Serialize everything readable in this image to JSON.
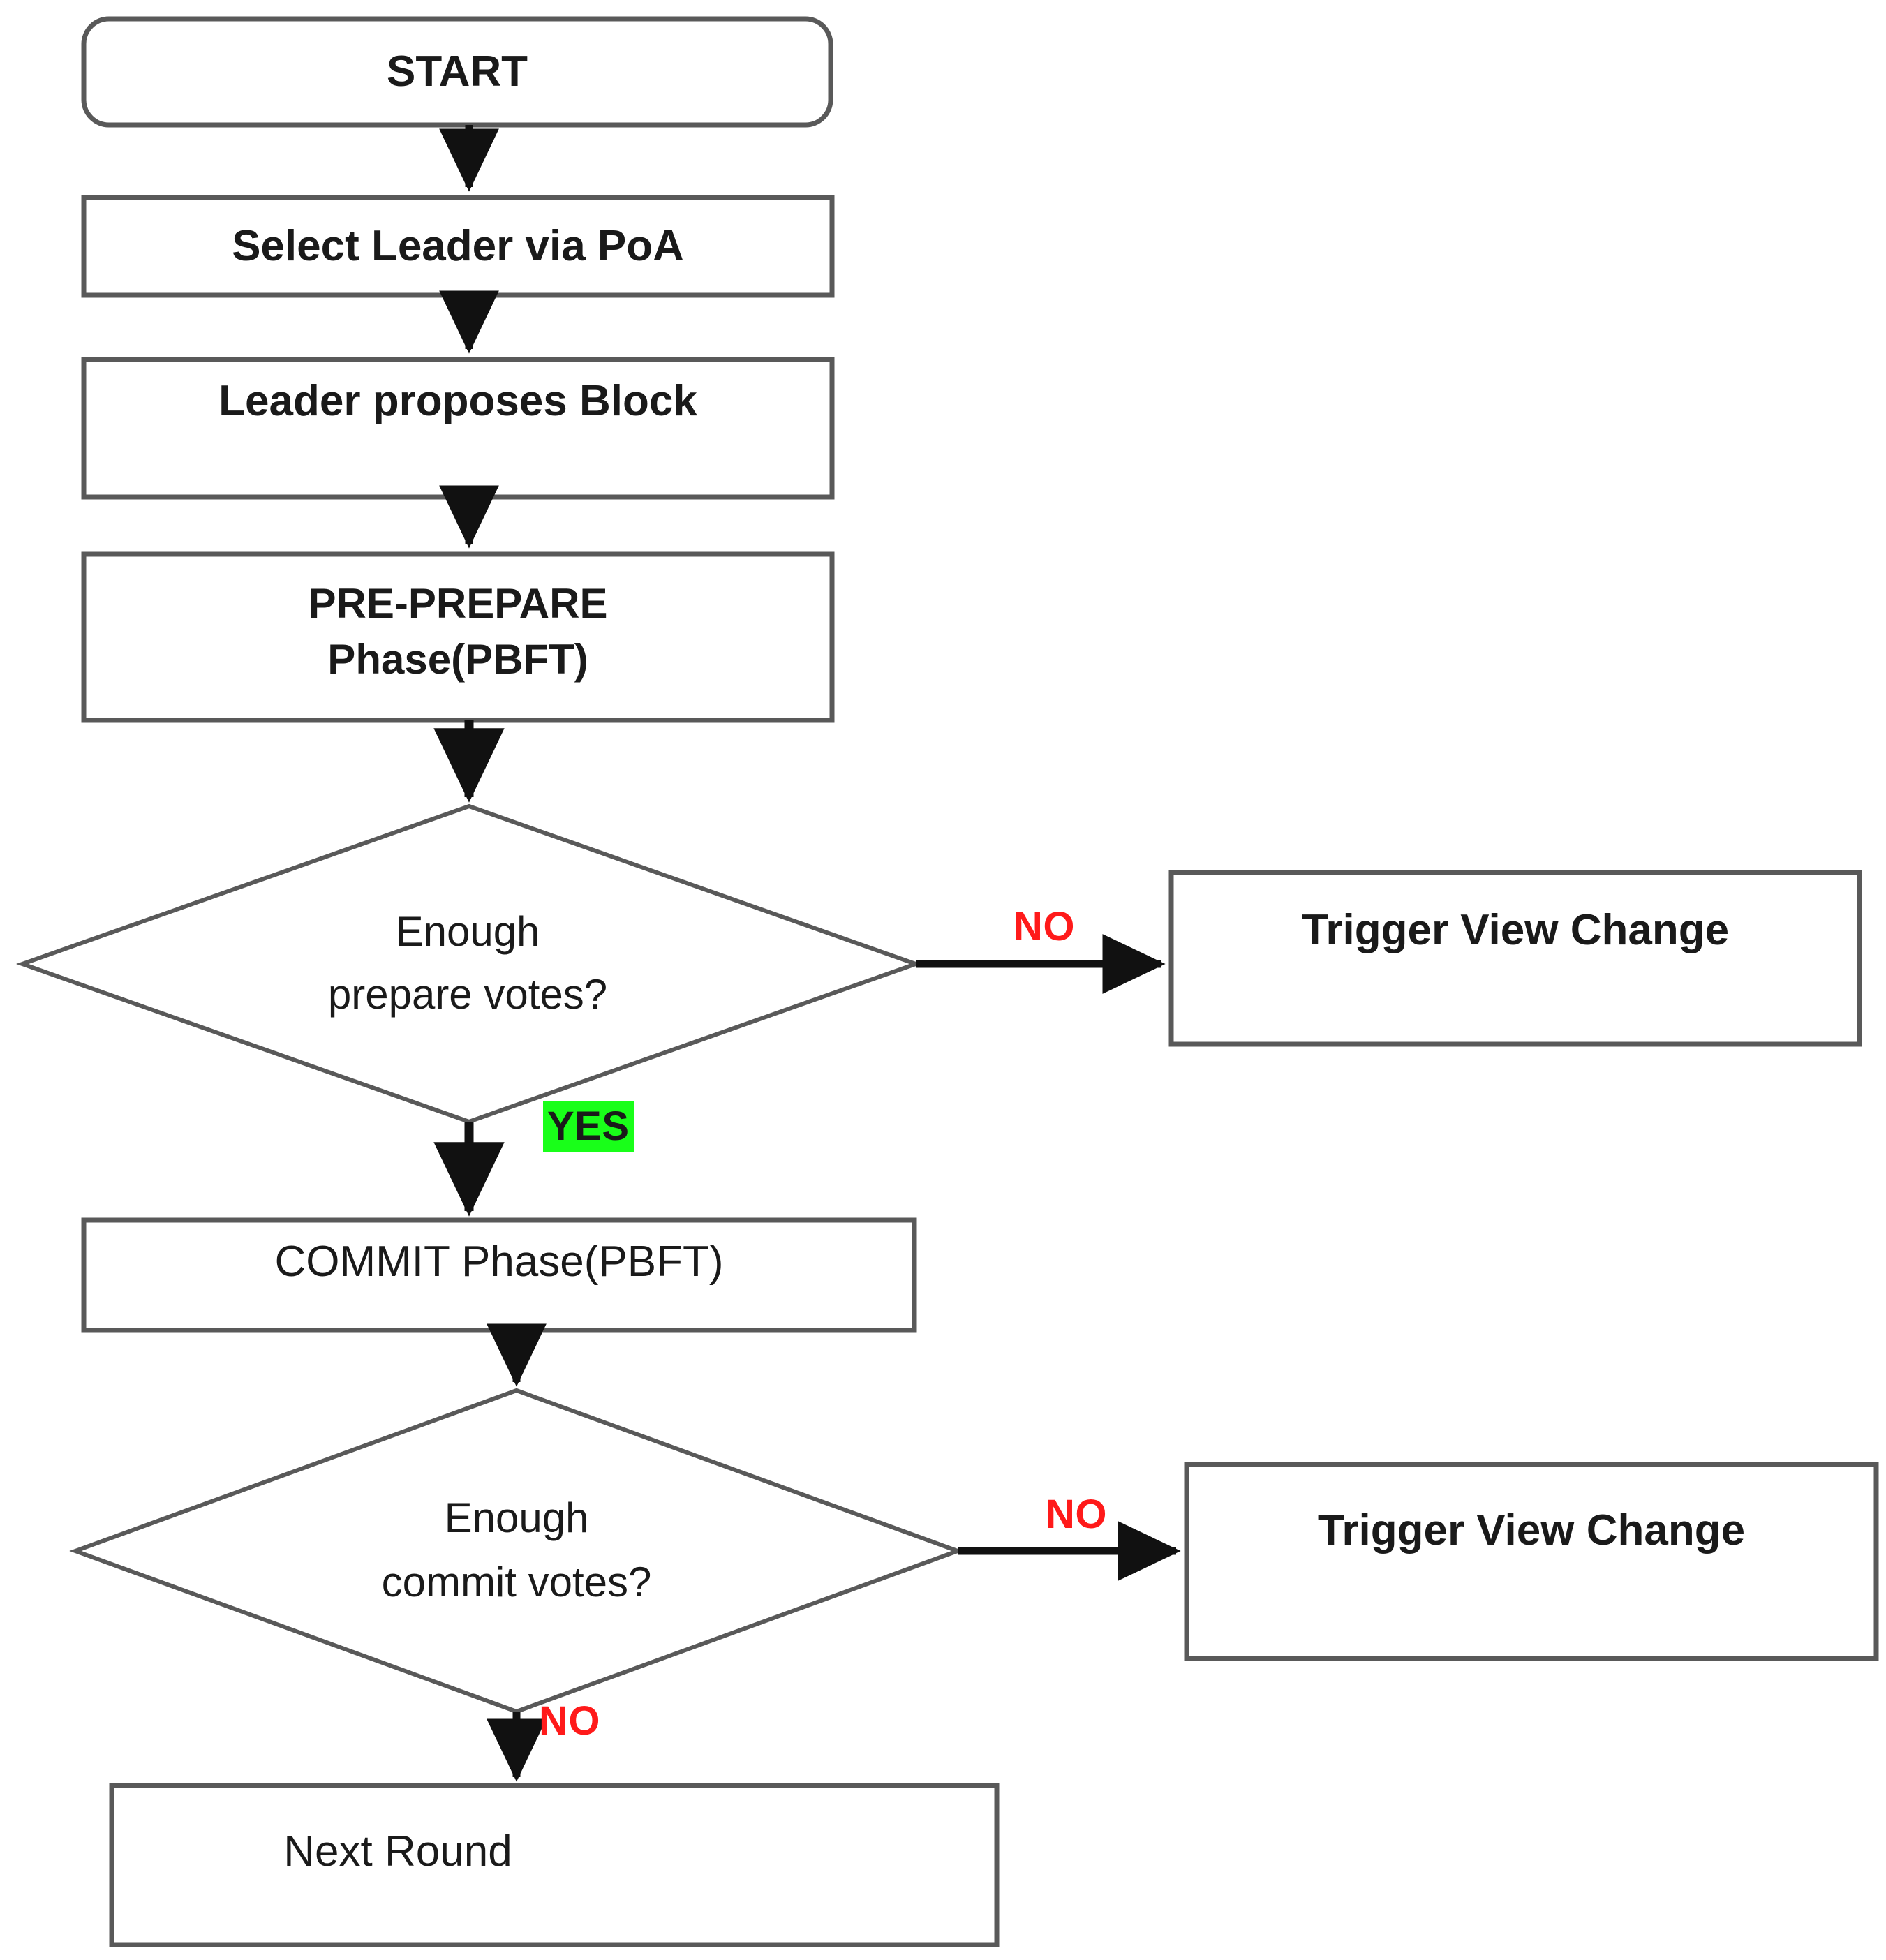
{
  "diagram": {
    "title": "PoA + PBFT Consensus Round Flowchart",
    "colors": {
      "background": "#ffffff",
      "node_stroke": "#595959",
      "node_fill": "#ffffff",
      "text": "#1a1a1a",
      "arrow": "#1a1a1a",
      "no_label": "#ff1a1a",
      "yes_highlight": "#19ff19"
    },
    "nodes": [
      {
        "id": "start",
        "shape": "rounded-rectangle",
        "label": "START"
      },
      {
        "id": "select_leader",
        "shape": "rectangle",
        "label": "Select Leader via PoA"
      },
      {
        "id": "propose_block",
        "shape": "rectangle",
        "label": "Leader proposes Block"
      },
      {
        "id": "pre_prepare",
        "shape": "rectangle",
        "label": "PRE-PREPARE\nPhase(PBFT)"
      },
      {
        "id": "decide_prepare",
        "shape": "diamond",
        "label": "Enough\nprepare votes?"
      },
      {
        "id": "view_change_1",
        "shape": "rectangle",
        "label": "Trigger View Change"
      },
      {
        "id": "commit_phase",
        "shape": "rectangle",
        "label": "COMMIT Phase(PBFT)"
      },
      {
        "id": "decide_commit",
        "shape": "diamond",
        "label": "Enough\ncommit votes?"
      },
      {
        "id": "view_change_2",
        "shape": "rectangle",
        "label": "Trigger View Change"
      },
      {
        "id": "next_round",
        "shape": "rectangle",
        "label": "Next Round"
      }
    ],
    "edges": [
      {
        "id": "e1",
        "from": "start",
        "to": "select_leader",
        "label": ""
      },
      {
        "id": "e2",
        "from": "select_leader",
        "to": "propose_block",
        "label": ""
      },
      {
        "id": "e3",
        "from": "propose_block",
        "to": "pre_prepare",
        "label": ""
      },
      {
        "id": "e4",
        "from": "pre_prepare",
        "to": "decide_prepare",
        "label": ""
      },
      {
        "id": "e5",
        "from": "decide_prepare",
        "to": "view_change_1",
        "label": "NO",
        "label_style": "plain-red"
      },
      {
        "id": "e6",
        "from": "decide_prepare",
        "to": "commit_phase",
        "label": "YES",
        "label_style": "green-highlight"
      },
      {
        "id": "e7",
        "from": "commit_phase",
        "to": "decide_commit",
        "label": ""
      },
      {
        "id": "e8",
        "from": "decide_commit",
        "to": "view_change_2",
        "label": "NO",
        "label_style": "plain-red"
      },
      {
        "id": "e9",
        "from": "decide_commit",
        "to": "next_round",
        "label": "NO",
        "label_style": "plain-red"
      }
    ],
    "labels": {
      "start": "START",
      "select_leader": "Select Leader via PoA",
      "propose_block": "Leader proposes Block",
      "pre_prepare_line1": "PRE-PREPARE",
      "pre_prepare_line2": "Phase(PBFT)",
      "decide_prepare_line1": "Enough",
      "decide_prepare_line2": "prepare votes?",
      "view_change_1": "Trigger View Change",
      "commit_phase": "COMMIT Phase(PBFT)",
      "decide_commit_line1": "Enough",
      "decide_commit_line2": "commit votes?",
      "view_change_2": "Trigger View Change",
      "next_round": "Next Round",
      "edge_no_prepare": "NO",
      "edge_yes_prepare": "YES",
      "edge_no_commit": "NO",
      "edge_no_next_round": "NO"
    }
  }
}
